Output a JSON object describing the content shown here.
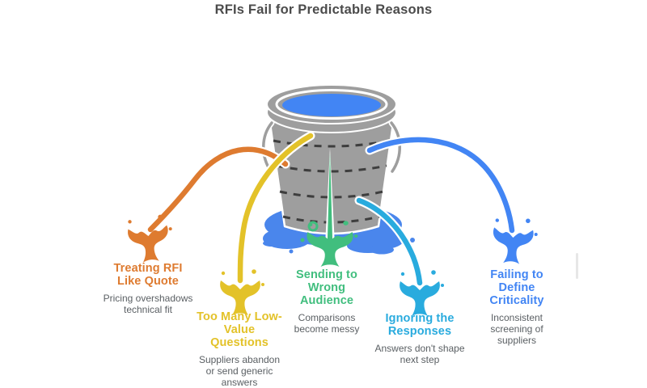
{
  "title": "RFIs Fail for Predictable Reasons",
  "colors": {
    "bucket": "#9E9E9E",
    "water": "#4285F4",
    "puddle": "#4A86EC",
    "title_text": "#4B4B4B",
    "description_text": "#5A5F63"
  },
  "reasons": [
    {
      "id": "treating-rfi-like-quote",
      "label": "Treating RFI\nLike Quote",
      "description": "Pricing overshadows\ntechnical fit",
      "color": "#DE7B30"
    },
    {
      "id": "too-many-low-value-questions",
      "label": "Too Many Low-\nValue\nQuestions",
      "description": "Suppliers abandon\nor send generic\nanswers",
      "color": "#E3C229"
    },
    {
      "id": "sending-to-wrong-audience",
      "label": "Sending to\nWrong\nAudience",
      "description": "Comparisons\nbecome messy",
      "color": "#41BE7E"
    },
    {
      "id": "ignoring-the-responses",
      "label": "Ignoring the\nResponses",
      "description": "Answers don't shape\nnext step",
      "color": "#29ABDE"
    },
    {
      "id": "failing-to-define-criticality",
      "label": "Failing to\nDefine\nCriticality",
      "description": "Inconsistent\nscreening of\nsuppliers",
      "color": "#4285F4"
    }
  ]
}
